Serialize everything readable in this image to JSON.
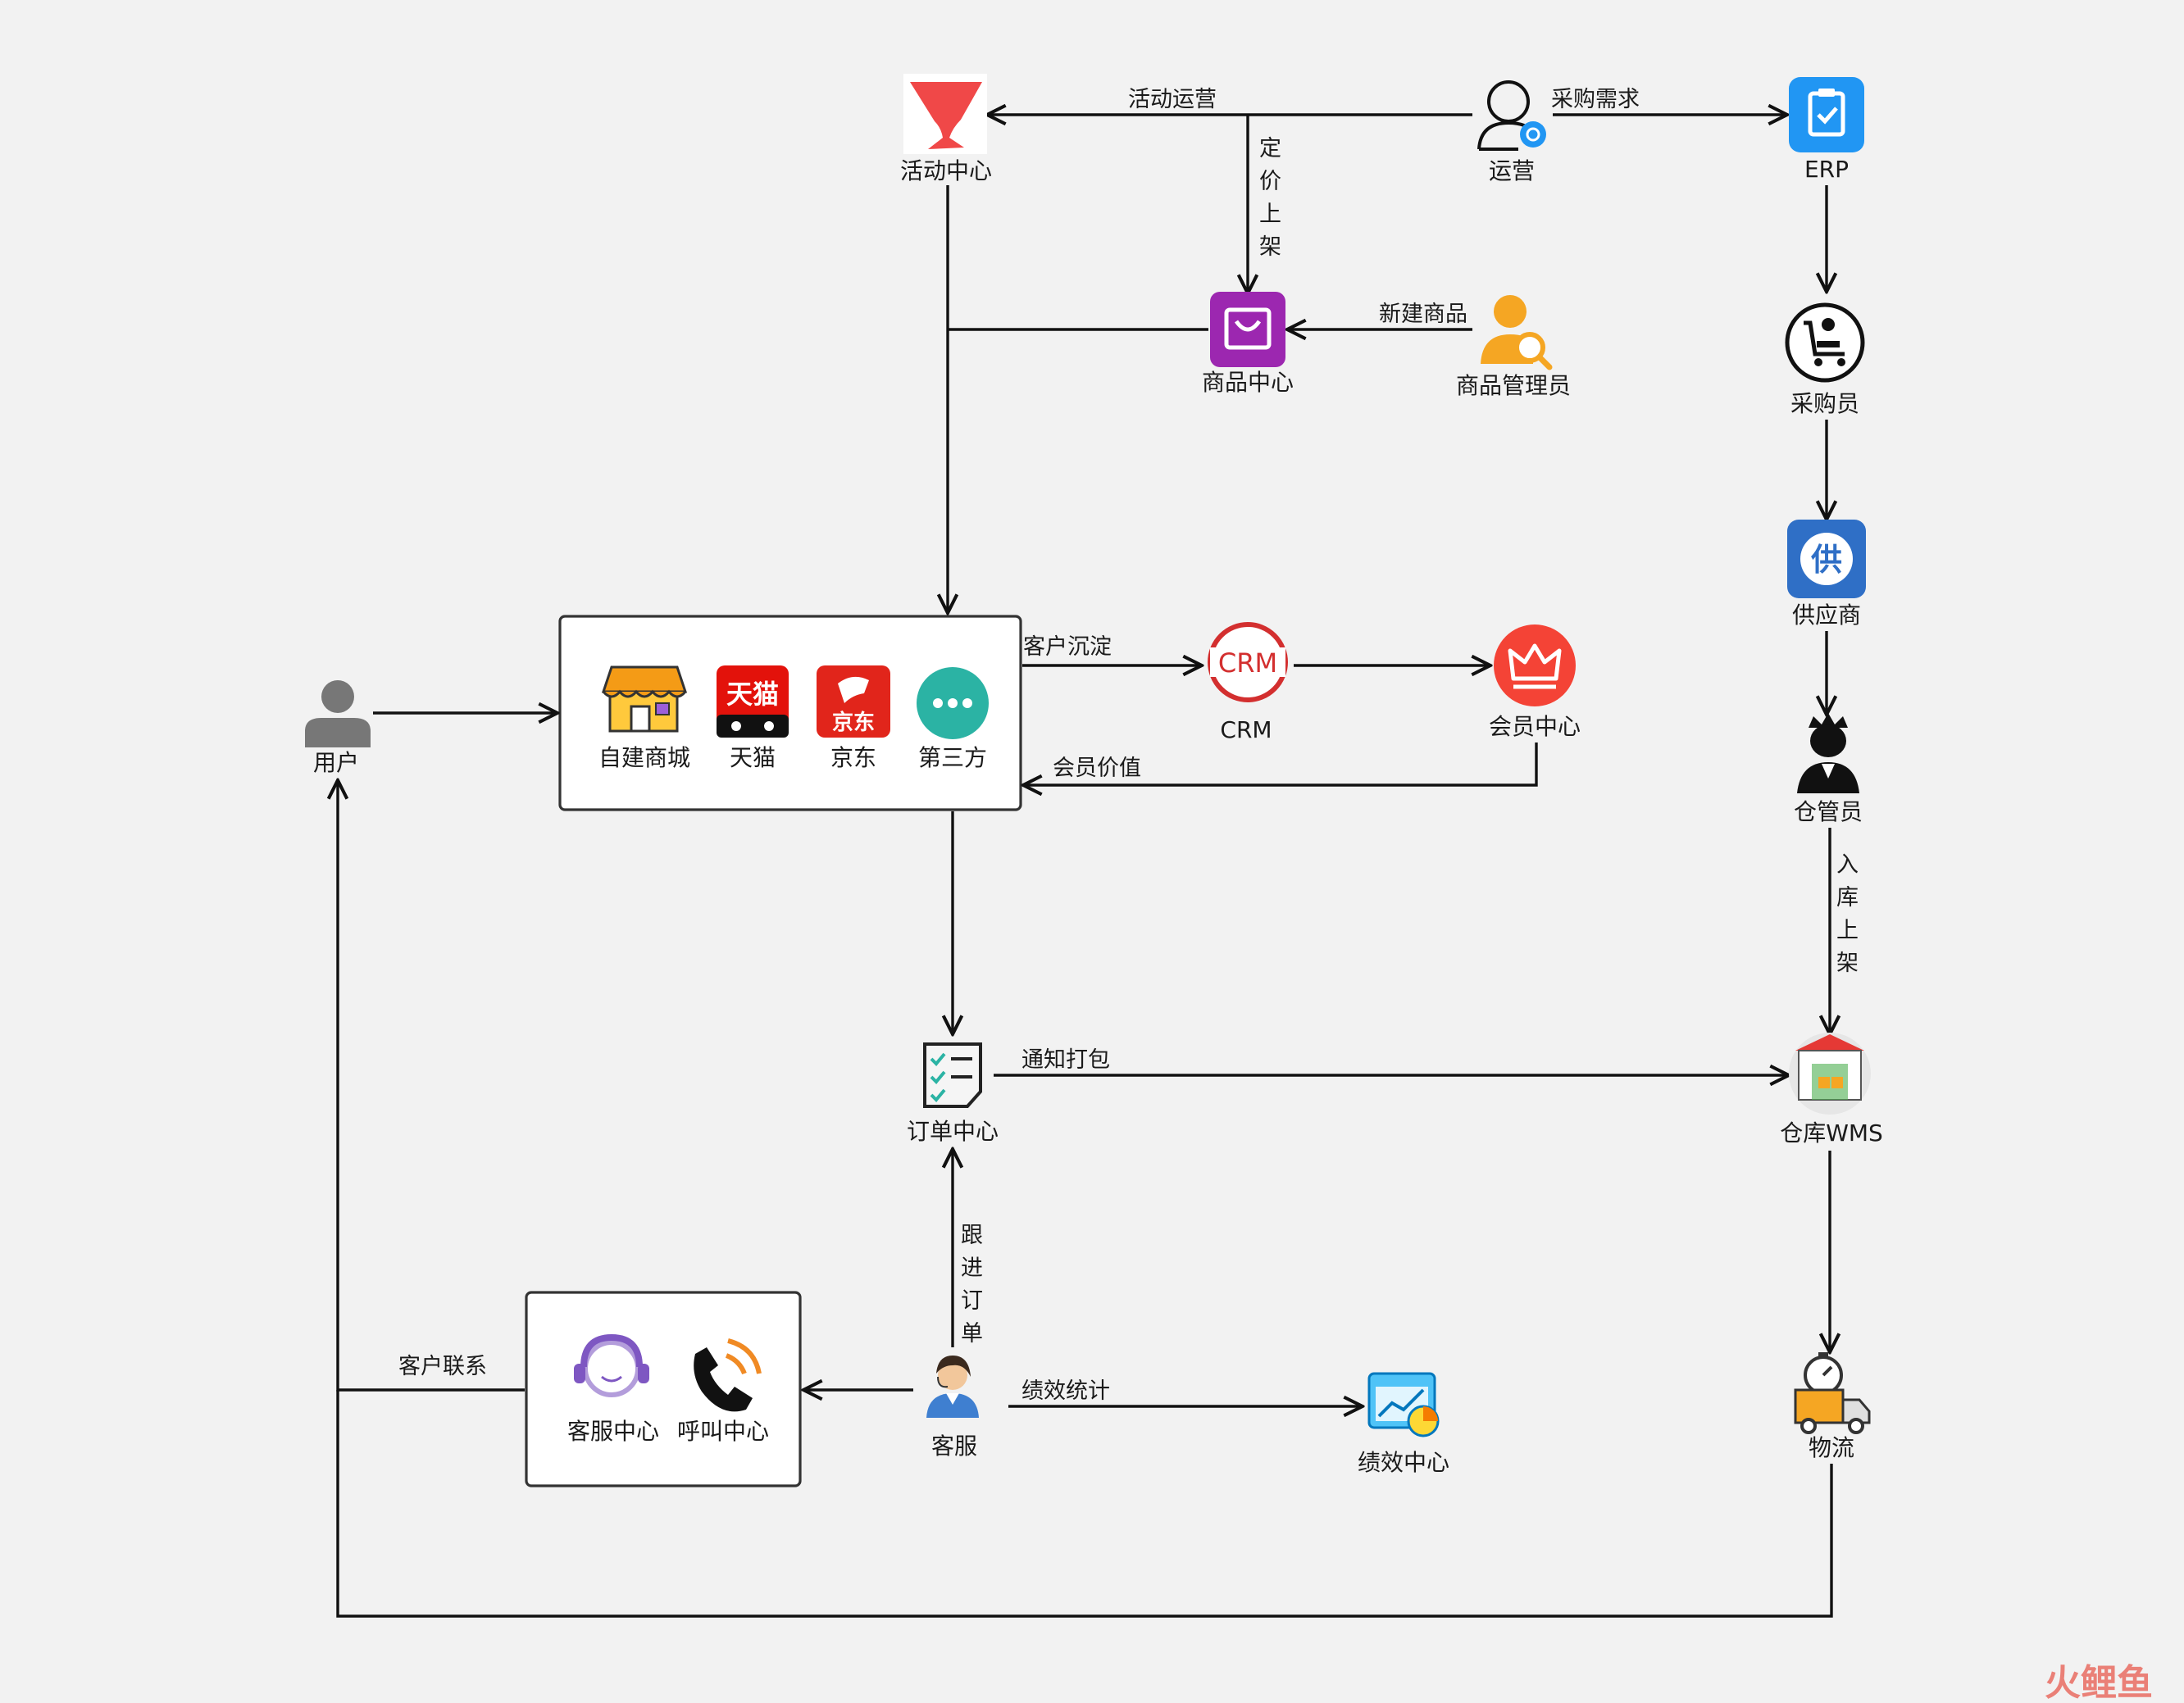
{
  "nodes": {
    "activity_center": "活动中心",
    "operations": "运营",
    "erp": "ERP",
    "product_center": "商品中心",
    "product_admin": "商品管理员",
    "buyer": "采购员",
    "supplier": "供应商",
    "user": "用户",
    "self_mall": "自建商城",
    "tmall": "天猫",
    "jd": "京东",
    "third_party": "第三方",
    "crm": "CRM",
    "member_center": "会员中心",
    "warehouse_keeper": "仓管员",
    "order_center": "订单中心",
    "wms": "仓库WMS",
    "service_center": "客服中心",
    "call_center": "呼叫中心",
    "customer_service": "客服",
    "performance_center": "绩效中心",
    "logistics": "物流"
  },
  "icon_text": {
    "tmall": "天猫",
    "jd": "京东",
    "crm": "CRM",
    "supplier": "供"
  },
  "edges": {
    "activity_ops": "活动运营",
    "purchase_demand": "采购需求",
    "price_listing": [
      "定",
      "价",
      "上",
      "架"
    ],
    "new_product": "新建商品",
    "customer_retention": "客户沉淀",
    "member_value": "会员价值",
    "stock_in": [
      "入",
      "库",
      "上",
      "架"
    ],
    "notify_pack": "通知打包",
    "follow_order": [
      "跟",
      "进",
      "订",
      "单"
    ],
    "customer_contact": "客户联系",
    "performance_stats": "绩效统计"
  },
  "watermark": "火鲤鱼",
  "colors": {
    "activity_red": "#f04848",
    "erp_blue": "#2196f3",
    "product_purple": "#9c27b0",
    "admin_orange": "#f5a623",
    "supplier_blue": "#2f6fc6",
    "tmall_red": "#e3120b",
    "jd_red": "#e1251b",
    "third_teal": "#2bb3a4",
    "member_red": "#f44336",
    "crm_red": "#d32f2f",
    "user_gray": "#777777"
  }
}
